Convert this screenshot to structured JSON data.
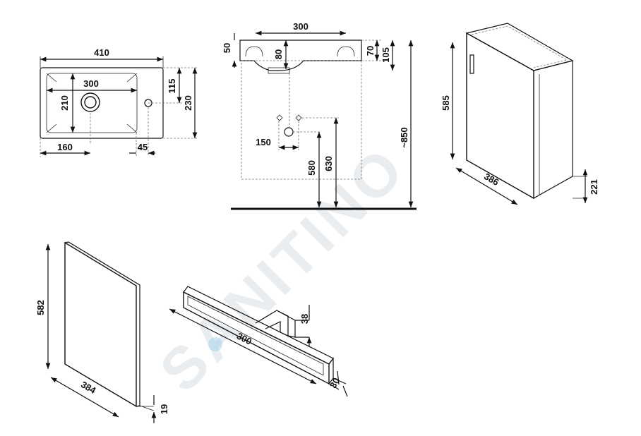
{
  "watermark": "SANITINO",
  "colors": {
    "line": "#111111",
    "watermark": "#e9edf0",
    "accent": "#7fc3e8"
  },
  "basin_top": {
    "width": "410",
    "inner_width": "300",
    "inner_depth": "210",
    "depth": "230",
    "tap_offset": "115",
    "drain_offset": "160",
    "tap_edge": "45"
  },
  "basin_side": {
    "inner_width": "300",
    "rim": "50",
    "bowl": "80",
    "front": "70",
    "height": "105",
    "total_height": "~850",
    "pipe_spacing": "150",
    "drain_height": "580",
    "supply_height": "630"
  },
  "cabinet": {
    "height": "585",
    "width": "386",
    "depth": "221"
  },
  "mirror": {
    "height": "582",
    "width": "384",
    "thickness": "19"
  },
  "light": {
    "length": "300",
    "bracket": "38",
    "height": "30"
  }
}
